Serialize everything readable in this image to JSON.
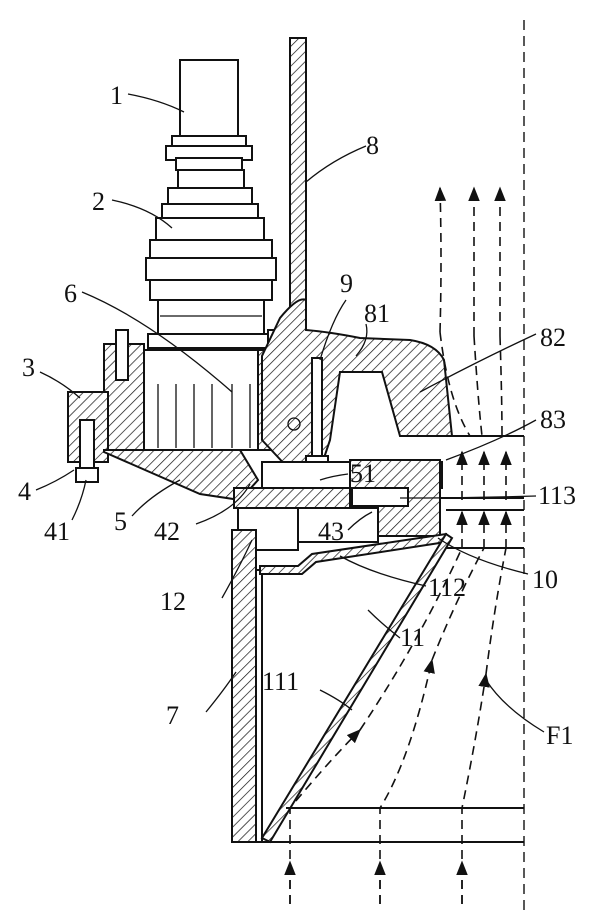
{
  "labels": {
    "l1": "1",
    "l2": "2",
    "l3": "3",
    "l4": "4",
    "l41": "41",
    "l42": "42",
    "l43": "43",
    "l5": "5",
    "l51": "51",
    "l6": "6",
    "l7": "7",
    "l8": "8",
    "l81": "81",
    "l82": "82",
    "l83": "83",
    "l9": "9",
    "l10": "10",
    "l11": "11",
    "l111": "111",
    "l112": "112",
    "l113": "113",
    "l12": "12",
    "lF1": "F1"
  },
  "colors": {
    "line": "#111111",
    "background": "#ffffff"
  }
}
